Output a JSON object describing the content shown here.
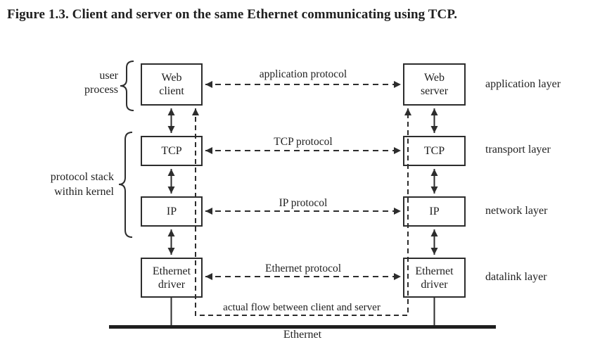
{
  "title": "Figure 1.3. Client and server on the same Ethernet communicating using TCP.",
  "colors": {
    "ink": "#1f1f1f",
    "line": "#2d2d2d",
    "background": "#ffffff"
  },
  "stacks": {
    "client": {
      "app": {
        "line1": "Web",
        "line2": "client"
      },
      "transport": "TCP",
      "network": "IP",
      "datalink": {
        "line1": "Ethernet",
        "line2": "driver"
      }
    },
    "server": {
      "app": {
        "line1": "Web",
        "line2": "server"
      },
      "transport": "TCP",
      "network": "IP",
      "datalink": {
        "line1": "Ethernet",
        "line2": "driver"
      }
    }
  },
  "protocol_arrows": {
    "application": "application protocol",
    "transport": "TCP protocol",
    "network": "IP protocol",
    "datalink": "Ethernet protocol"
  },
  "layer_labels": {
    "application": "application layer",
    "transport": "transport layer",
    "network": "network layer",
    "datalink": "datalink layer"
  },
  "annotations": {
    "user_process": {
      "line1": "user",
      "line2": "process"
    },
    "kernel_stack": {
      "line1": "protocol stack",
      "line2": "within kernel"
    },
    "actual_flow": "actual flow between client and server",
    "bus": "Ethernet"
  }
}
